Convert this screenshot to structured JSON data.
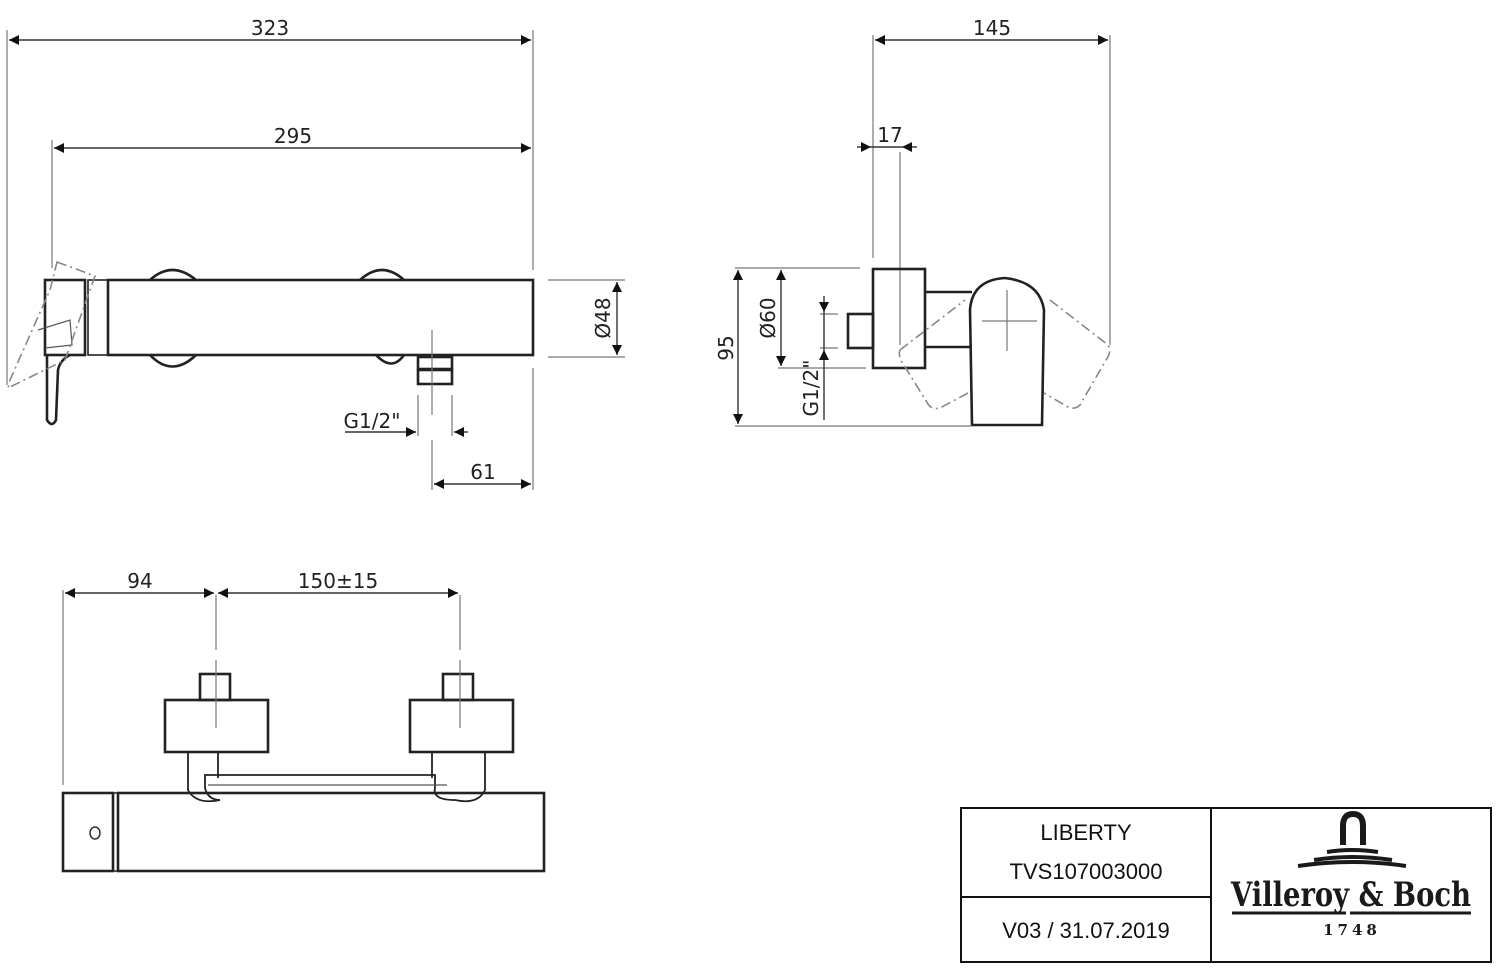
{
  "drawing": {
    "front_view": {
      "overall_length": "323",
      "body_length": "295",
      "body_diameter": "Ø48",
      "outlet_thread": "G1/2\"",
      "outlet_offset": "61"
    },
    "side_view": {
      "depth": "145",
      "connector_offset": "17",
      "height": "95",
      "rosette_diameter": "Ø60",
      "inlet_thread": "G1/2\""
    },
    "top_view": {
      "first_inlet_offset": "94",
      "inlet_spacing": "150±15"
    }
  },
  "title_block": {
    "product_name": "LIBERTY",
    "article_number": "TVS107003000",
    "version_date": "V03 / 31.07.2019",
    "brand": "Villeroy & Boch",
    "brand_year": "1748"
  }
}
